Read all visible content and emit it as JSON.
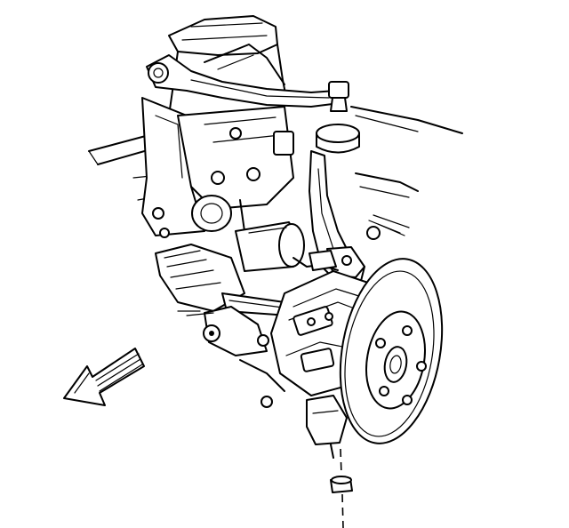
{
  "figure": {
    "kind": "technical-line-drawing",
    "components": [
      "upper-control-arm",
      "upper-ball-joint",
      "steering-knuckle",
      "drive-axle",
      "brake-rotor",
      "brake-caliper",
      "lower-ball-joint-nut",
      "frame",
      "direction-arrow"
    ],
    "colors": {
      "line": "#000000",
      "background": "#ffffff"
    }
  }
}
